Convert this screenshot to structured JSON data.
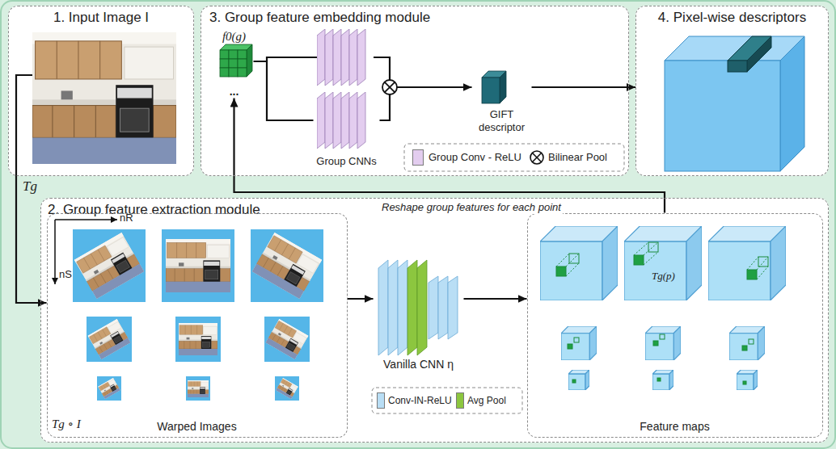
{
  "diagram": {
    "nodes": [
      {
        "text": [
          "1. Input Image I"
        ]
      },
      {
        "text": [
          "3. Group feature embedding module"
        ]
      },
      {
        "text": [
          "f0(g)",
          "..."
        ],
        "in": 1
      },
      {
        "text": [
          "Group CNNs"
        ],
        "in": 1
      },
      {
        "text": [
          "GIFT descriptor"
        ],
        "in": 1
      },
      {
        "text": [
          "4. Pixel-wise descriptors"
        ]
      },
      {
        "text": [
          "2. Group feature extraction module"
        ]
      },
      {
        "text": [
          "Warped Images"
        ],
        "in": 6
      },
      {
        "text": [
          "Vanilla CNN η"
        ],
        "in": 6
      },
      {
        "text": [
          "Feature maps"
        ],
        "in": 6
      }
    ],
    "edges": [
      {
        "from": 0,
        "to": 7,
        "arrow": "to",
        "label": "Tg"
      },
      {
        "from": 7,
        "to": 8,
        "arrow": "to"
      },
      {
        "from": 8,
        "to": 9,
        "arrow": "to"
      },
      {
        "from": 9,
        "to": 2,
        "arrow": "to",
        "label": "Reshape group features for each point"
      },
      {
        "from": 2,
        "to": 3,
        "arrow": "none"
      },
      {
        "from": 3,
        "to": 4,
        "arrow": "to"
      },
      {
        "from": 4,
        "to": 5,
        "arrow": "to"
      }
    ],
    "labels": [
      "nR",
      "nS",
      "Tg ∘ I",
      "Tg(p)"
    ],
    "legend": [
      {
        "text": "Group Conv - ReLU",
        "color": "#e3cdef"
      },
      {
        "text": "Bilinear Pool"
      },
      {
        "text": "Conv-IN-ReLU",
        "color": "#b9def5"
      },
      {
        "text": "Avg Pool",
        "color": "#8cc63f"
      }
    ]
  }
}
